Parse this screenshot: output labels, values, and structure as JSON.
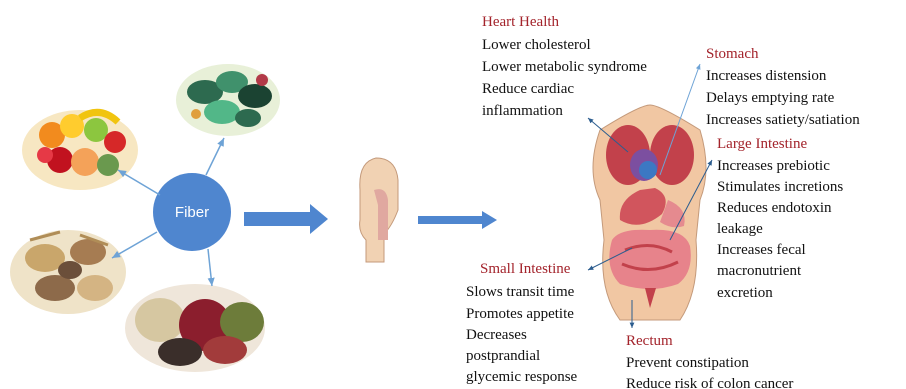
{
  "hub": {
    "label": "Fiber"
  },
  "colors": {
    "hub": "#4f86cf",
    "arrow": "#4f86cf",
    "connector": "#6ea3d6",
    "heading": "#a3232b",
    "text": "#111111"
  },
  "icons": {
    "fruit": "fruit-bowl-icon",
    "greens": "leafy-greens-icon",
    "grains": "grains-seeds-icon",
    "legumes": "beans-legumes-icon",
    "head": "human-head-profile-icon",
    "torso": "human-torso-organs-icon"
  },
  "sections": {
    "heart": {
      "title": "Heart Health",
      "items": [
        "Lower cholesterol",
        "Lower metabolic syndrome",
        "Reduce cardiac",
        "inflammation"
      ]
    },
    "stomach": {
      "title": "Stomach",
      "items": [
        "Increases distension",
        "Delays emptying rate",
        "Increases satiety/satiation"
      ]
    },
    "large_intestine": {
      "title": "Large Intestine",
      "items": [
        "Increases prebiotic",
        "Stimulates incretions",
        "Reduces endotoxin",
        "leakage",
        "Increases fecal",
        "macronutrient",
        "excretion"
      ]
    },
    "small_intestine": {
      "title": "Small Intestine",
      "items": [
        "Slows transit time",
        "Promotes appetite",
        "Decreases",
        "postprandial",
        "glycemic response"
      ]
    },
    "rectum": {
      "title": "Rectum",
      "items": [
        "Prevent constipation",
        "Reduce risk of colon cancer"
      ]
    }
  }
}
